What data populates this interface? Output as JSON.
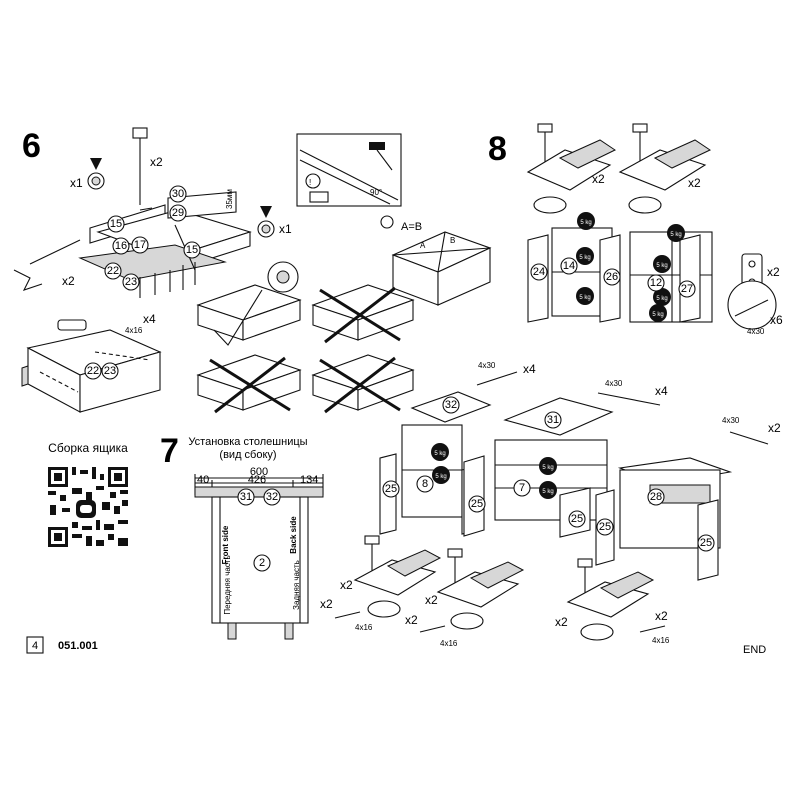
{
  "steps": {
    "step6": "6",
    "step7": "7",
    "step8": "8"
  },
  "step6": {
    "qty_x1_a": "x1",
    "qty_x2_a": "x2",
    "qty_x1_b": "x1",
    "qty_x2_b": "x2",
    "qty_x4": "x4",
    "screw_4x16": "4x16",
    "dim_35mm": "35мм",
    "dim_90": "90°",
    "diag_label": "A=B",
    "diag_a": "A",
    "diag_b": "B",
    "parts": [
      "30",
      "29",
      "15",
      "16",
      "17",
      "15",
      "22",
      "23",
      "22",
      "23"
    ]
  },
  "qr": {
    "title": "Сборка ящика"
  },
  "step7": {
    "title_line1": "Установка столешницы",
    "title_line2": "(вид сбоку)",
    "dim_600": "600",
    "dim_40": "40",
    "dim_426": "426",
    "dim_134": "134",
    "front_side": "Front side",
    "back_side": "Back side",
    "front_ru": "Передняя часть",
    "back_ru": "Задняя часть",
    "parts": [
      "31",
      "32",
      "2"
    ]
  },
  "step8": {
    "qty_x2_a": "x2",
    "qty_x2_b": "x2",
    "qty_x2_c": "x2",
    "qty_x6": "x6",
    "screw_4x30": "4x30",
    "weight": "5 kg",
    "parts": [
      "24",
      "14",
      "26",
      "12",
      "27"
    ]
  },
  "bottom": {
    "screw_4x30": "4x30",
    "qty_x4_a": "x4",
    "qty_x4_b": "x4",
    "qty_x2_top": "x2",
    "qty_x2": "x2",
    "screw_4x16": "4x16",
    "weight": "5 kg",
    "parts": [
      "32",
      "31",
      "8",
      "7",
      "25",
      "25",
      "25",
      "25",
      "28",
      "25"
    ]
  },
  "footer": {
    "page": "4",
    "code": "051.001",
    "end": "END"
  }
}
